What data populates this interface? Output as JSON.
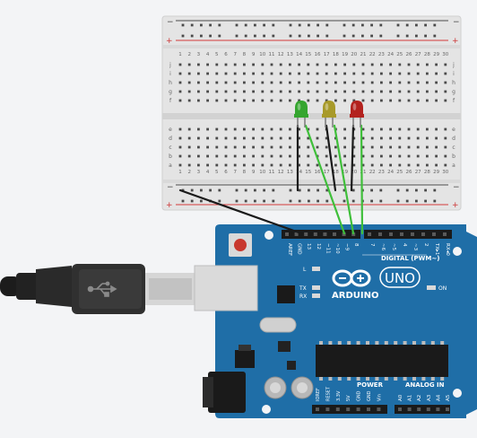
{
  "breadboard": {
    "column_numbers": [
      "1",
      "2",
      "3",
      "4",
      "5",
      "6",
      "7",
      "8",
      "9",
      "10",
      "11",
      "12",
      "13",
      "14",
      "15",
      "16",
      "17",
      "18",
      "19",
      "20",
      "21",
      "22",
      "23",
      "24",
      "25",
      "26",
      "27",
      "28",
      "29",
      "30"
    ],
    "rows_top": [
      "j",
      "i",
      "h",
      "g",
      "f"
    ],
    "rows_bottom": [
      "e",
      "d",
      "c",
      "b",
      "a"
    ],
    "rail_minus": "−",
    "rail_plus": "+"
  },
  "leds": [
    {
      "color": "#35a52f",
      "name": "green"
    },
    {
      "color": "#a89a2a",
      "name": "yellow"
    },
    {
      "color": "#b3221e",
      "name": "red"
    }
  ],
  "wires": {
    "signal_color": "#3fbf3a",
    "ground_color": "#1a1a1a"
  },
  "arduino": {
    "brand": "ARDUINO",
    "model": "UNO",
    "digital_label": "DIGITAL (PWM~)",
    "power_label": "POWER",
    "analog_label": "ANALOG IN",
    "on_label": "ON",
    "l_label": "L",
    "tx_label": "TX",
    "rx_label": "RX",
    "board_color": "#1f6ea7",
    "digital_pins_left": [
      "AREF",
      "GND",
      "13",
      "12",
      "~11",
      "~10",
      "~9",
      "8"
    ],
    "digital_pins_right": [
      "7",
      "~6",
      "~5",
      "4",
      "~3",
      "2",
      "TX▸1",
      "RX◂0"
    ],
    "power_pins": [
      "IOREF",
      "RESET",
      "3.3V",
      "5V",
      "GND",
      "GND",
      "Vin"
    ],
    "analog_pins": [
      "A0",
      "A1",
      "A2",
      "A3",
      "A4",
      "A5"
    ]
  }
}
